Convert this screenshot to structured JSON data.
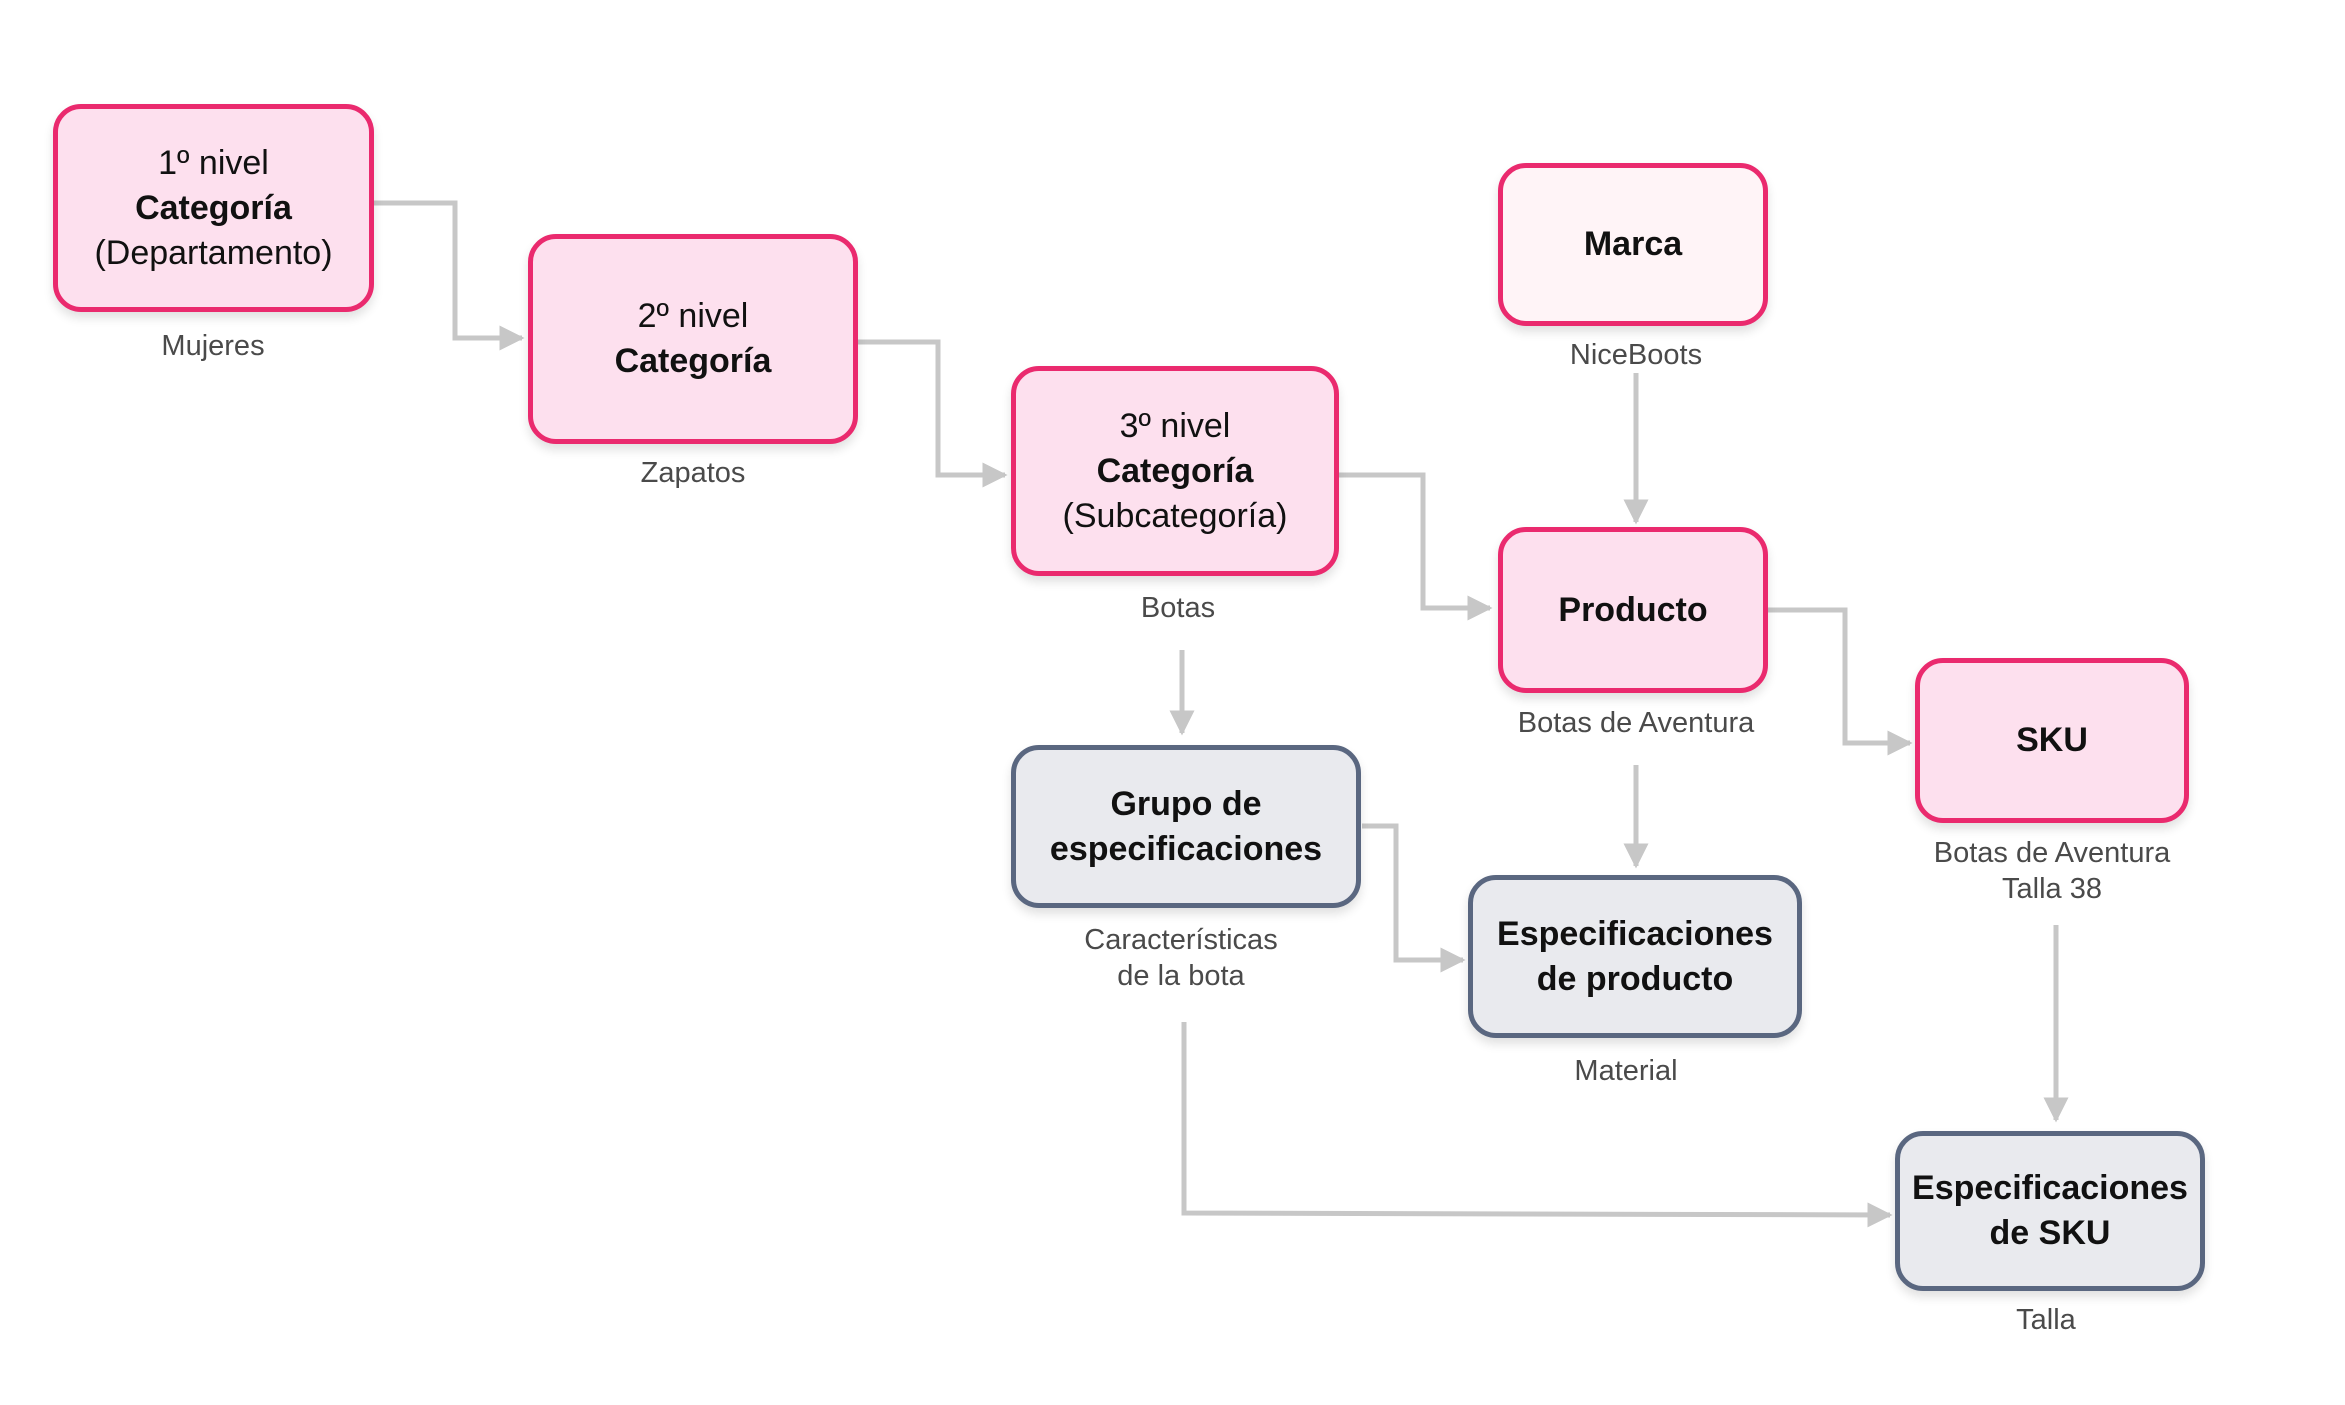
{
  "colors": {
    "primary_fill": "#fde0ee",
    "primary_border": "#ea2a6e",
    "brand_fill": "#fff4f7",
    "spec_fill": "#e9eaee",
    "spec_border": "#5a6780",
    "connector": "#c7c7c7",
    "caption_text": "#4a4a4a"
  },
  "nodes": {
    "cat1": {
      "lines": [
        "1º nivel",
        "Categoría",
        "(Departamento)"
      ],
      "caption": [
        "Mujeres"
      ]
    },
    "cat2": {
      "lines": [
        "2º nivel",
        "Categoría"
      ],
      "caption": [
        "Zapatos"
      ]
    },
    "cat3": {
      "lines": [
        "3º nivel",
        "Categoría",
        "(Subcategoría)"
      ],
      "caption": [
        "Botas"
      ]
    },
    "brand": {
      "lines": [
        "Marca"
      ],
      "caption": [
        "NiceBoots"
      ]
    },
    "product": {
      "lines": [
        "Producto"
      ],
      "caption": [
        "Botas de Aventura"
      ]
    },
    "sku": {
      "lines": [
        "SKU"
      ],
      "caption": [
        "Botas de Aventura",
        "Talla 38"
      ]
    },
    "spec_group": {
      "lines": [
        "Grupo de",
        "especificaciones"
      ],
      "caption": [
        "Características",
        "de la bota"
      ]
    },
    "product_specs": {
      "lines": [
        "Especificaciones",
        "de producto"
      ],
      "caption": [
        "Material"
      ]
    },
    "sku_specs": {
      "lines": [
        "Especificaciones",
        "de SKU"
      ],
      "caption": [
        "Talla"
      ]
    }
  }
}
